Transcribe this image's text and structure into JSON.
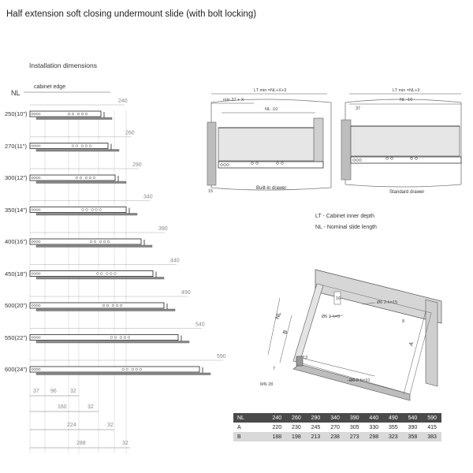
{
  "title": "Half extension soft closing undermount slide (with bolt locking)",
  "installation": {
    "subtitle": "Installation dimensions",
    "nl_label": "NL",
    "cabinet_edge_label": "cabinet edge",
    "rows": [
      {
        "size": "250(10\")",
        "dim": "240"
      },
      {
        "size": "270(11\")",
        "dim": "260"
      },
      {
        "size": "300(12\")",
        "dim": "290"
      },
      {
        "size": "350(14\")",
        "dim": "340"
      },
      {
        "size": "400(16\")",
        "dim": "390"
      },
      {
        "size": "450(18\")",
        "dim": "440"
      },
      {
        "size": "500(20\")",
        "dim": "490"
      },
      {
        "size": "550(22\")",
        "dim": "540"
      },
      {
        "size": "600(24\")",
        "dim": "590"
      }
    ],
    "bottom_dims": [
      "37",
      "96",
      "32",
      "160",
      "32",
      "224",
      "32",
      "288",
      "32"
    ]
  },
  "builtin": {
    "top_dim": "LT min =NL+X+3",
    "min_dim": "min 37 + X",
    "nl_dim": "NL -10",
    "side_dim": "15",
    "caption": "Built-in drawer"
  },
  "standard": {
    "top_dim": "LT min =NL+3",
    "left_dim": "37",
    "nl_dim": "NL -10",
    "caption": "Standard drawer"
  },
  "notes": {
    "lt": "LT - Cabinet inner depth",
    "nl": "NL - Nominal slide length"
  },
  "iso": {
    "label_nl": "NL",
    "label_b": "B",
    "label_a": "A",
    "label_16": "16",
    "label_8": "8",
    "label_13": "13",
    "label_7": "7",
    "label_mn": "MN 28",
    "hole1": "Ø6 2-h=15",
    "hole2": "Ø6 2-h=9",
    "hole3": "Ø6 2-h=10"
  },
  "table": {
    "header": [
      "NL",
      "240",
      "260",
      "290",
      "340",
      "390",
      "440",
      "490",
      "540",
      "590"
    ],
    "row_a": [
      "A",
      "220",
      "230",
      "245",
      "270",
      "305",
      "330",
      "355",
      "390",
      "415"
    ],
    "row_b": [
      "B",
      "188",
      "198",
      "213",
      "238",
      "273",
      "298",
      "323",
      "358",
      "383"
    ]
  }
}
